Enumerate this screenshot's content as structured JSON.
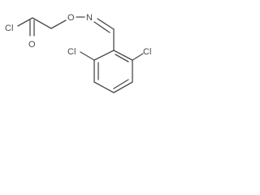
{
  "structure": {
    "atoms": [
      {
        "id": "cl1",
        "label": "Cl"
      },
      {
        "id": "o1",
        "label": "O"
      },
      {
        "id": "o2",
        "label": "O"
      },
      {
        "id": "n1",
        "label": "N"
      },
      {
        "id": "cl2",
        "label": "Cl"
      },
      {
        "id": "cl3",
        "label": "Cl"
      }
    ]
  }
}
